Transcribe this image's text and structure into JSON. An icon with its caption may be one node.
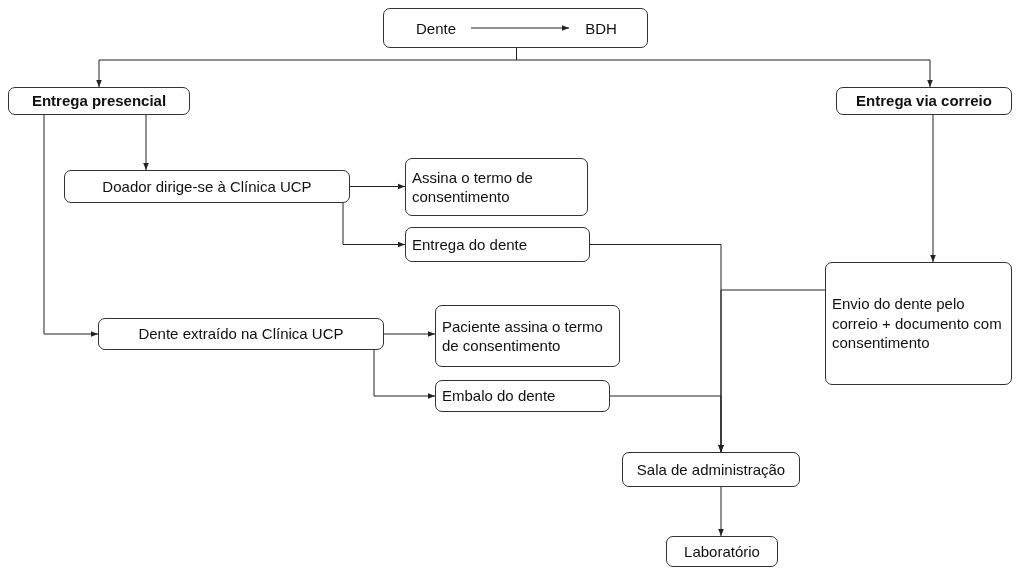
{
  "diagram": {
    "nodes": [
      {
        "text": [],
        "shape": "box"
      },
      {
        "text": [
          "Dente"
        ],
        "in": 0
      },
      {
        "text": [
          "BDH"
        ],
        "in": 0
      },
      {
        "text": [
          "Entrega presencial"
        ]
      },
      {
        "text": [
          "Entrega via correio"
        ]
      },
      {
        "text": [
          "Doador dirige-se à Clínica UCP"
        ]
      },
      {
        "text": [
          "Assina o termo de consentimento"
        ]
      },
      {
        "text": [
          "Entrega do dente"
        ]
      },
      {
        "text": [
          "Envio do dente pelo correio + documento com consentimento"
        ]
      },
      {
        "text": [
          "Dente extraído na Clínica UCP"
        ]
      },
      {
        "text": [
          "Paciente assina o termo de consentimento"
        ]
      },
      {
        "text": [
          "Embalo do dente"
        ]
      },
      {
        "text": [
          "Sala de administração"
        ]
      },
      {
        "text": [
          "Laboratório"
        ]
      }
    ],
    "edges": [
      {
        "from": 1,
        "to": 2,
        "arrow": "to"
      },
      {
        "from": 0,
        "to": 3,
        "arrow": "to"
      },
      {
        "from": 0,
        "to": 4,
        "arrow": "to"
      },
      {
        "from": 3,
        "to": 5,
        "arrow": "to"
      },
      {
        "from": 3,
        "to": 9,
        "arrow": "to"
      },
      {
        "from": 5,
        "to": 6,
        "arrow": "to"
      },
      {
        "from": 5,
        "to": 7,
        "arrow": "to"
      },
      {
        "from": 7,
        "to": 12,
        "arrow": "to"
      },
      {
        "from": 8,
        "to": 12,
        "arrow": "to"
      },
      {
        "from": 11,
        "to": 12,
        "arrow": "to"
      },
      {
        "from": 4,
        "to": 8,
        "arrow": "to"
      },
      {
        "from": 9,
        "to": 10,
        "arrow": "to"
      },
      {
        "from": 9,
        "to": 11,
        "arrow": "to"
      },
      {
        "from": 12,
        "to": 13,
        "arrow": "to"
      }
    ]
  }
}
